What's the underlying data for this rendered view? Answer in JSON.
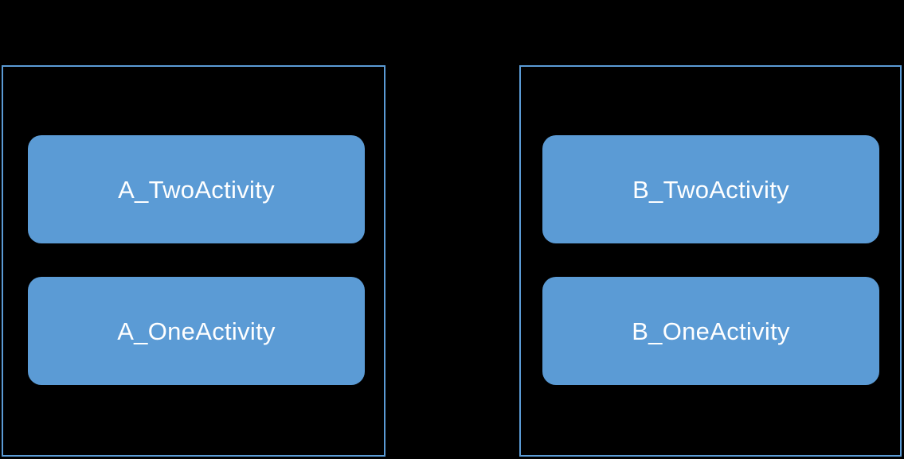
{
  "diagram": {
    "background_color": "#000000",
    "accent_color": "#5B9BD5",
    "box_fill_color": "#5B9BD5",
    "box_text_color": "#FFFFFF",
    "panels": [
      {
        "name": "left-task-stack",
        "title": "",
        "boxes": [
          {
            "label": "A_TwoActivity"
          },
          {
            "label": "A_OneActivity"
          }
        ]
      },
      {
        "name": "right-task-stack",
        "title": "",
        "boxes": [
          {
            "label": "B_TwoActivity"
          },
          {
            "label": "B_OneActivity"
          }
        ]
      }
    ]
  }
}
